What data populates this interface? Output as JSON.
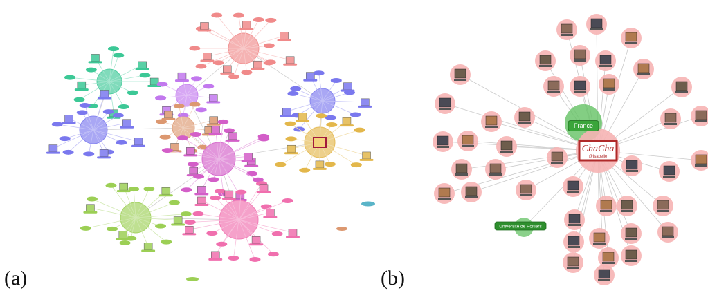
{
  "panels": [
    {
      "id": "a",
      "caption": "(a)"
    },
    {
      "id": "b",
      "caption": "(b)"
    }
  ],
  "panel_b": {
    "center_label": "ChaCha",
    "center_sublabel": "@Isabelle",
    "cluster_labels": [
      "France",
      "Université de Poitiers"
    ]
  },
  "colors": {
    "teal": "#3cc896",
    "blue": "#7a78ee",
    "violet": "#c278ee",
    "salmon": "#f08a8a",
    "brown": "#dc9870",
    "magenta": "#d35ec8",
    "gold": "#e3b74b",
    "lime": "#9ccf55",
    "pink": "#f06fae",
    "node_pink": "#f6b4b4",
    "hub_green": "#64c264",
    "frame_red": "#b02a2a"
  }
}
